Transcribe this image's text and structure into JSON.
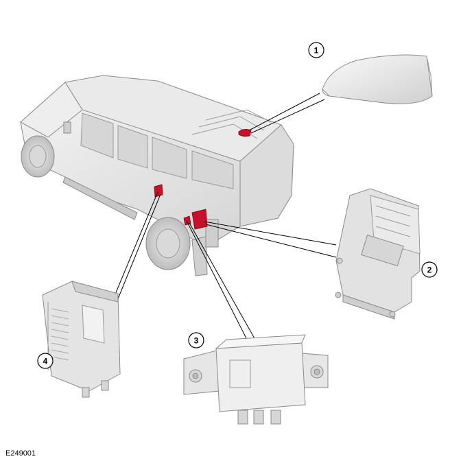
{
  "figure": {
    "reference_code": "E249001"
  },
  "callouts": [
    {
      "number": "1",
      "label_text": "1"
    },
    {
      "number": "2",
      "label_text": "2"
    },
    {
      "number": "3",
      "label_text": "3"
    },
    {
      "number": "4",
      "label_text": "4"
    }
  ],
  "colors": {
    "component_highlight": "#c8102e",
    "body_gray": "#e6e6e6",
    "outline": "#8a8a8a",
    "leader_line": "#000000"
  }
}
